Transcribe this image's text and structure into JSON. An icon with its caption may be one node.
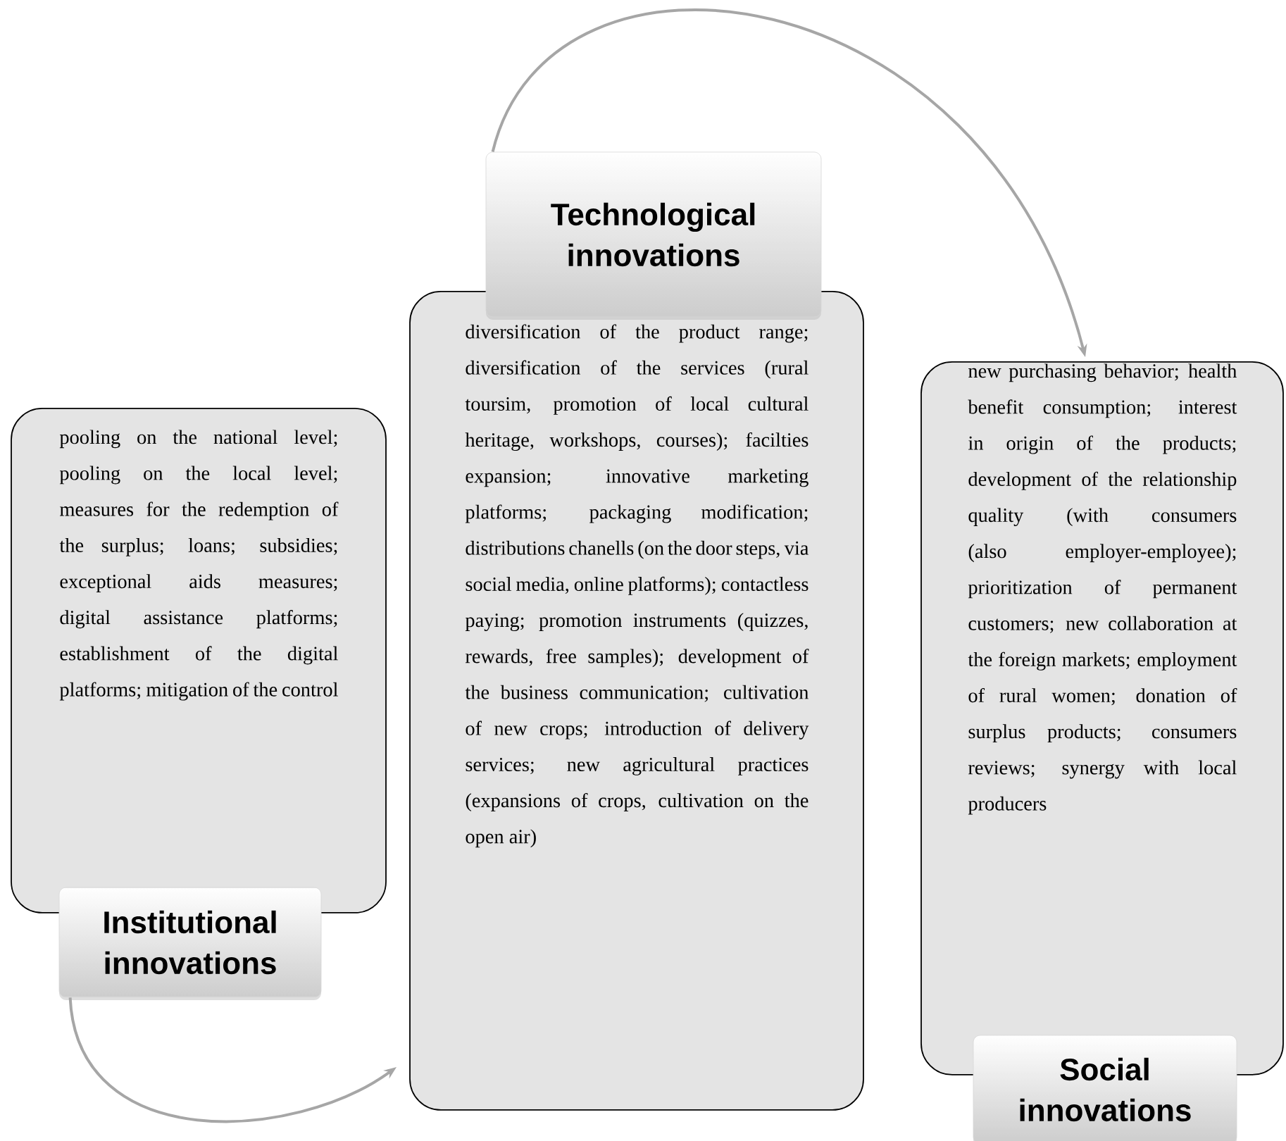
{
  "diagram": {
    "nodes": [
      {
        "text": [
          "pooling on the national level; pooling on the local level; measures for the redemption of the surplus; loans; subsidies; exceptional aids measures; digital assistance platforms; establishment of the digital platforms; mitigation of the control"
        ]
      },
      {
        "text": [
          "Institutional innovations"
        ]
      },
      {
        "text": [
          "Technological innovations"
        ]
      },
      {
        "text": [
          "diversification of the product range; diversification of the services (rural toursim, promotion of local cultural heritage, workshops, courses); facilties expansion; innovative marketing platforms; packaging modification; distributions chanells (on the door steps, via social media, online platforms); contactless paying; promotion instruments (quizzes, rewards, free samples); development of the business communication; cultivation of new crops; introduction of delivery services; new agricultural practices (expansions of crops, cultivation on the open air)"
        ]
      },
      {
        "text": [
          "new purchasing behavior; health benefit consumption; interest in origin of the products; development of the relationship quality (with consumers (also employer-employee); prioritization of permanent customers; new collaboration at the foreign markets; employment of rural women; donation of surplus products; consumers reviews; synergy with local producers"
        ]
      },
      {
        "text": [
          "Social innovations"
        ]
      }
    ],
    "edges": [
      {
        "from": 1,
        "to": 3,
        "arrow": "to"
      },
      {
        "from": 2,
        "to": 4,
        "arrow": "to"
      }
    ]
  }
}
